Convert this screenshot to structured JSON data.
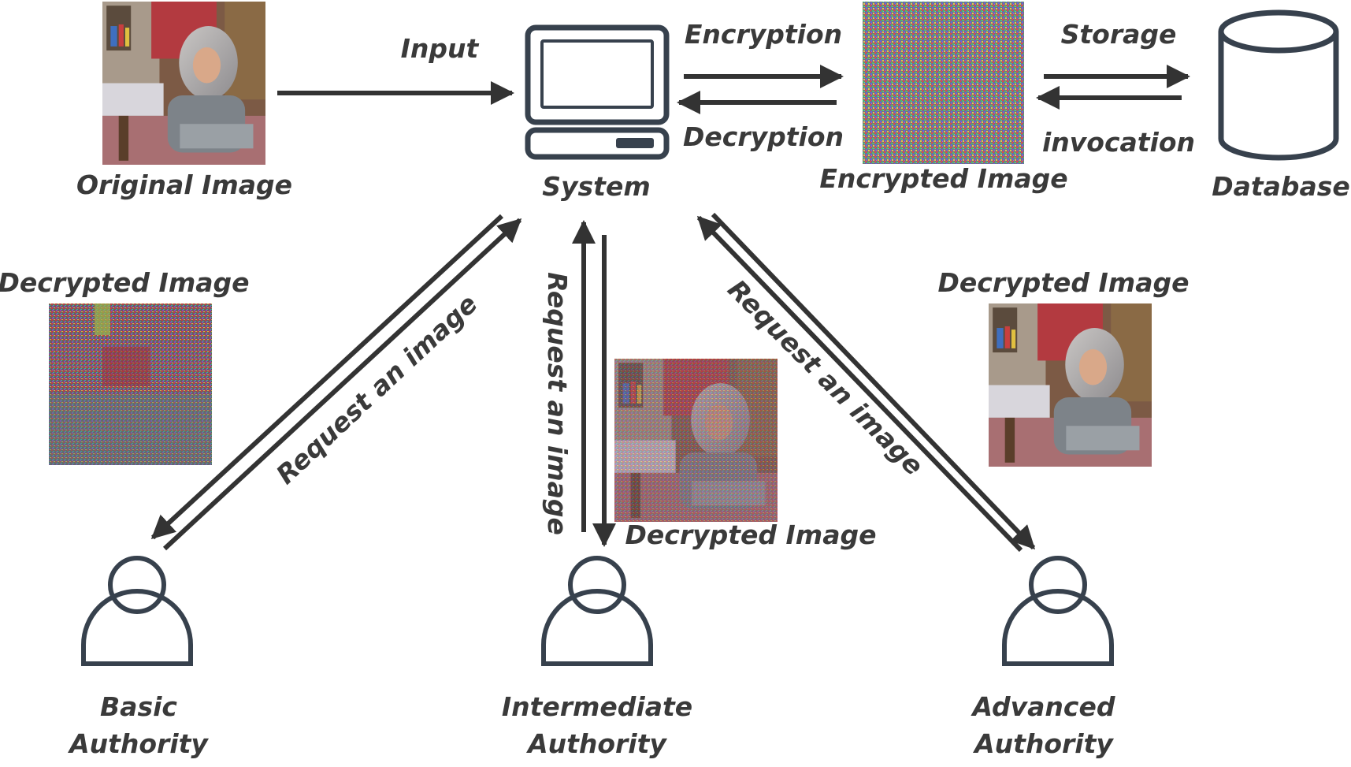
{
  "labels": {
    "original_image": "Original Image",
    "input": "Input",
    "system": "System",
    "encryption": "Encryption",
    "decryption": "Decryption",
    "encrypted_image": "Encrypted Image",
    "storage": "Storage",
    "invocation": "invocation",
    "database": "Database",
    "request_basic": "Request an image",
    "request_intermediate": "Request an image",
    "request_advanced": "Request an image",
    "decrypted_basic": "Decrypted Image",
    "decrypted_intermediate": "Decrypted Image",
    "decrypted_advanced": "Decrypted Image",
    "basic_line1": "Basic",
    "basic_line2": "Authority",
    "intermediate_line1": "Intermediate",
    "intermediate_line2": "Authority",
    "advanced_line1": "Advanced",
    "advanced_line2": "Authority"
  },
  "colors": {
    "line": "#37414d",
    "text": "#3a3a3a",
    "arrow": "#333333"
  },
  "icons": {
    "system": "computer-icon",
    "database": "database-cylinder-icon",
    "user": "user-icon"
  }
}
